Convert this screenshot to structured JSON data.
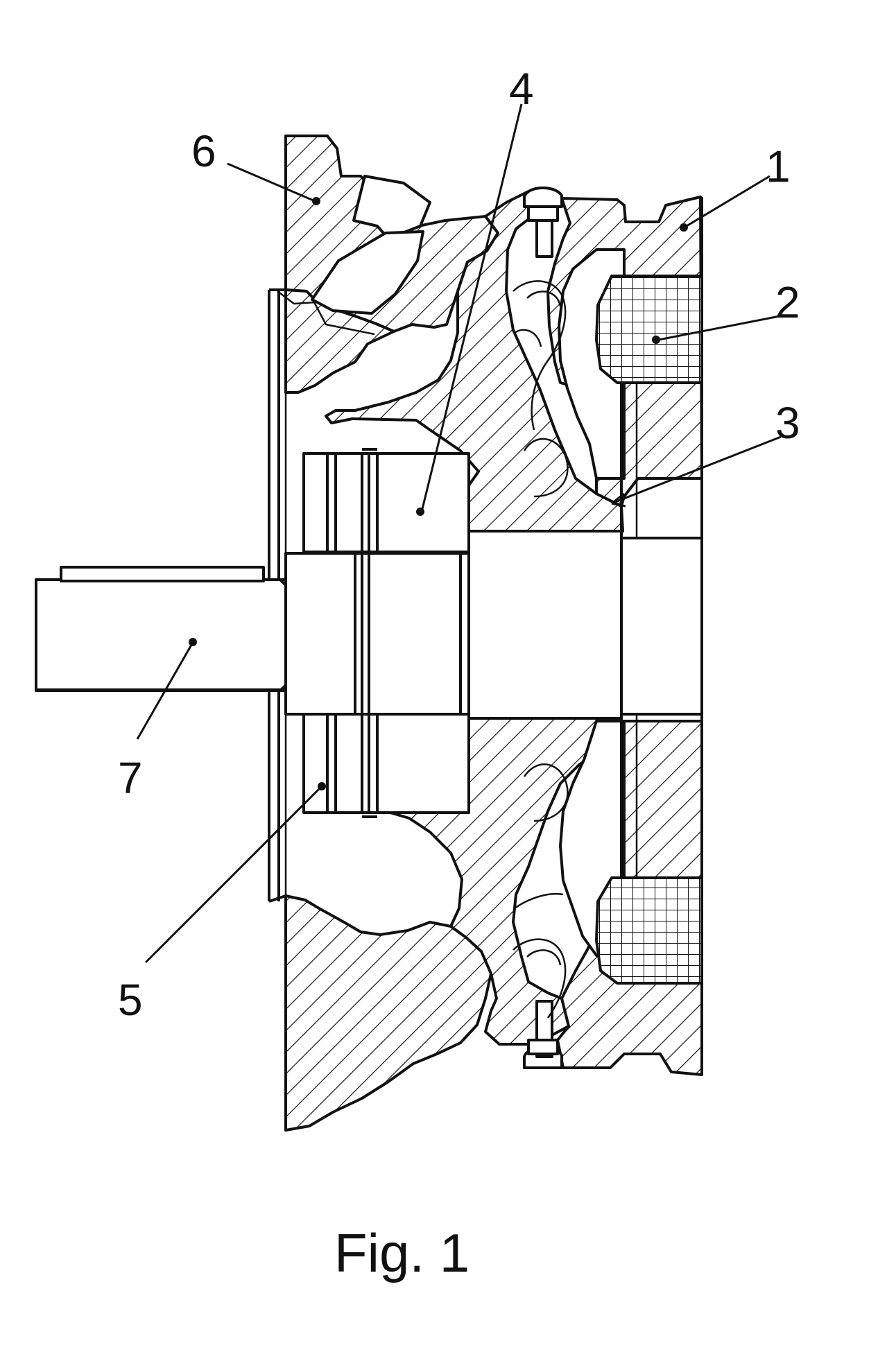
{
  "figure": {
    "caption": "Fig. 1",
    "reference_numerals": [
      "1",
      "2",
      "3",
      "4",
      "5",
      "6",
      "7"
    ]
  }
}
